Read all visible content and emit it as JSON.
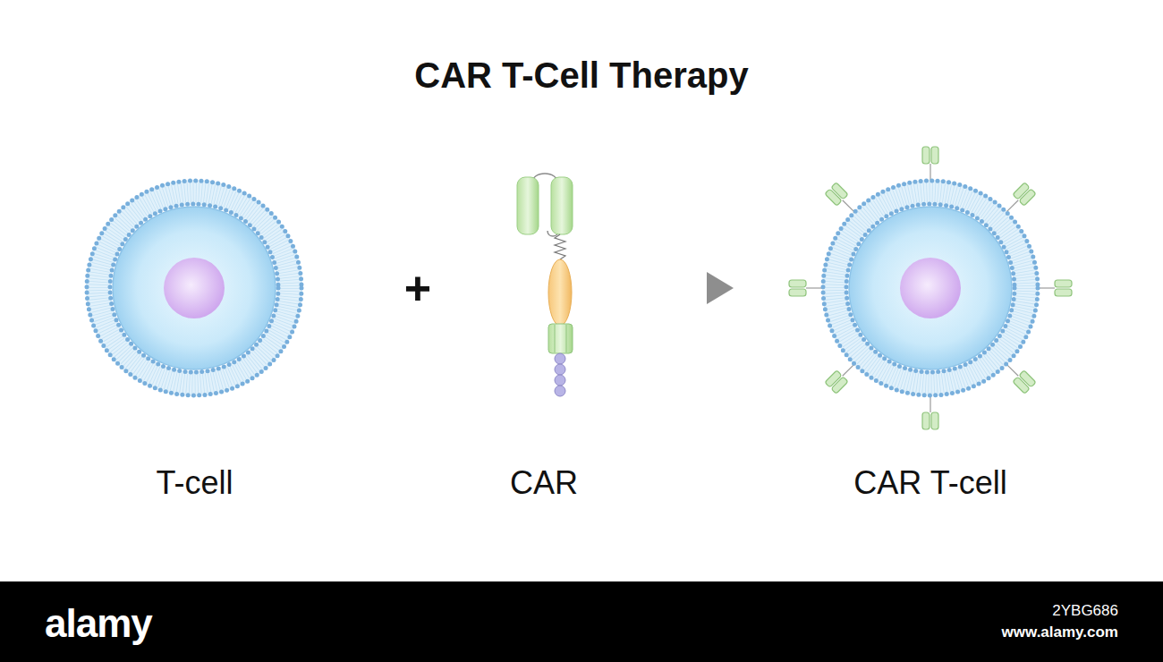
{
  "diagram": {
    "title": "CAR T-Cell Therapy",
    "nodes": [
      {
        "text": [
          "T-cell"
        ]
      },
      {
        "text": [
          "CAR"
        ]
      },
      {
        "text": [
          "CAR T-cell"
        ]
      }
    ],
    "edges": [
      {
        "from": 1,
        "to": 2,
        "arrow": "to"
      }
    ],
    "labels": [
      "+",
      "alamy",
      "2YBG686",
      "www.alamy.com"
    ]
  }
}
